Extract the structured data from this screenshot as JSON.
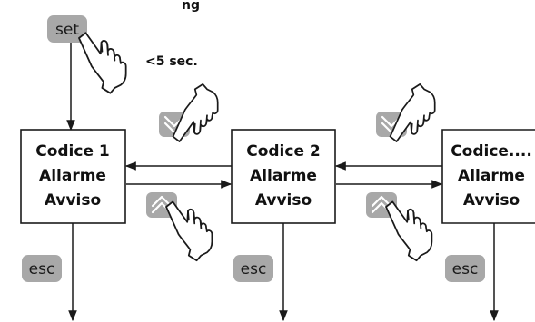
{
  "title": "ng",
  "buttons": {
    "set": "set",
    "esc": "esc"
  },
  "timing_note": "<5 sec.",
  "boxes": [
    {
      "lines": [
        "Codice 1",
        "Allarme",
        "Avviso"
      ]
    },
    {
      "lines": [
        "Codice 2",
        "Allarme",
        "Avviso"
      ]
    },
    {
      "lines": [
        "Codice....",
        "Allarme",
        "Avviso"
      ]
    }
  ],
  "icons": {
    "hand": "pointing-hand-icon",
    "up": "chevron-up-icon",
    "down": "chevron-down-icon"
  },
  "colors": {
    "button_fill": "#a8a8a8",
    "line": "#1a1a1a",
    "box_border": "#1a1a1a"
  }
}
